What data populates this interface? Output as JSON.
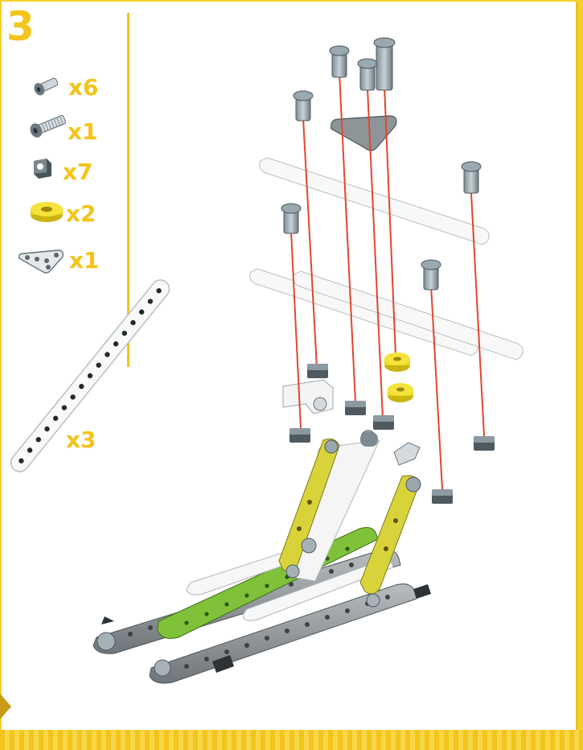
{
  "step": {
    "number": "3"
  },
  "parts": [
    {
      "name": "short-screw-icon",
      "qty": "x6"
    },
    {
      "name": "long-screw-icon",
      "qty": "x1"
    },
    {
      "name": "square-nut-icon",
      "qty": "x7"
    },
    {
      "name": "yellow-washer-icon",
      "qty": "x2"
    },
    {
      "name": "triangle-plate-icon",
      "qty": "x1"
    },
    {
      "name": "long-strip-icon",
      "qty": "x3"
    }
  ],
  "colors": {
    "accent_yellow": "#f3c419",
    "guide_line_red": "#e2452f",
    "strip_white": "#f4f4f4",
    "strip_grey": "#8f9395",
    "strip_green": "#7fc23a",
    "strip_yellow": "#d8d33a",
    "hardware_grey": "#9aa6ad"
  }
}
